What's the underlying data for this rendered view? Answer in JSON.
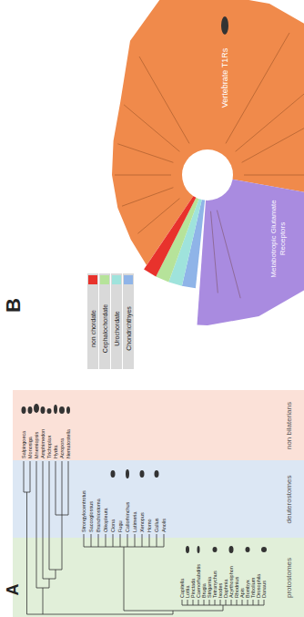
{
  "diagram": {
    "nodes": [
      {
        "text": [
          "non bilaterians"
        ]
      },
      {
        "text": [
          "deuterostomes"
        ]
      },
      {
        "text": [
          "protostomes"
        ]
      }
    ],
    "labels": [
      "A",
      "Salpingoeca",
      "Monosiga",
      "Mnemiopsis",
      "Amphimedon",
      "Trichoplax",
      "Hydra",
      "Acropora",
      "Nematostella",
      "Strongylocentrotus",
      "Saccoglossus",
      "Branchiostoma",
      "Oikopleura",
      "Ciona",
      "Fugu",
      "Callorhinchus",
      "Latimeria",
      "Xenopus",
      "Homo",
      "Gallus",
      "Anolis",
      "Capitella",
      "Lottia",
      "Pinctada",
      "Caenorhabditis",
      "Brugia",
      "Strigamia",
      "Tetranychus",
      "Ixodes",
      "Daphnia",
      "Acyrthosiphon",
      "Rhodnius",
      "Apis",
      "Bombyx",
      "Tribolium",
      "Drosophila",
      "Danaus",
      "B",
      "Vertebrate T1Rs",
      "Metabotropic Glutamate Receptors"
    ],
    "legend": [
      {
        "text": "non chordate",
        "color": "#e8322c"
      },
      {
        "text": "Cephalochordate",
        "color": "#b6e39a"
      },
      {
        "text": "Urochordate",
        "color": "#9fe3dc"
      },
      {
        "text": "Chondrichthyes",
        "color": "#8fb4e8"
      }
    ]
  }
}
